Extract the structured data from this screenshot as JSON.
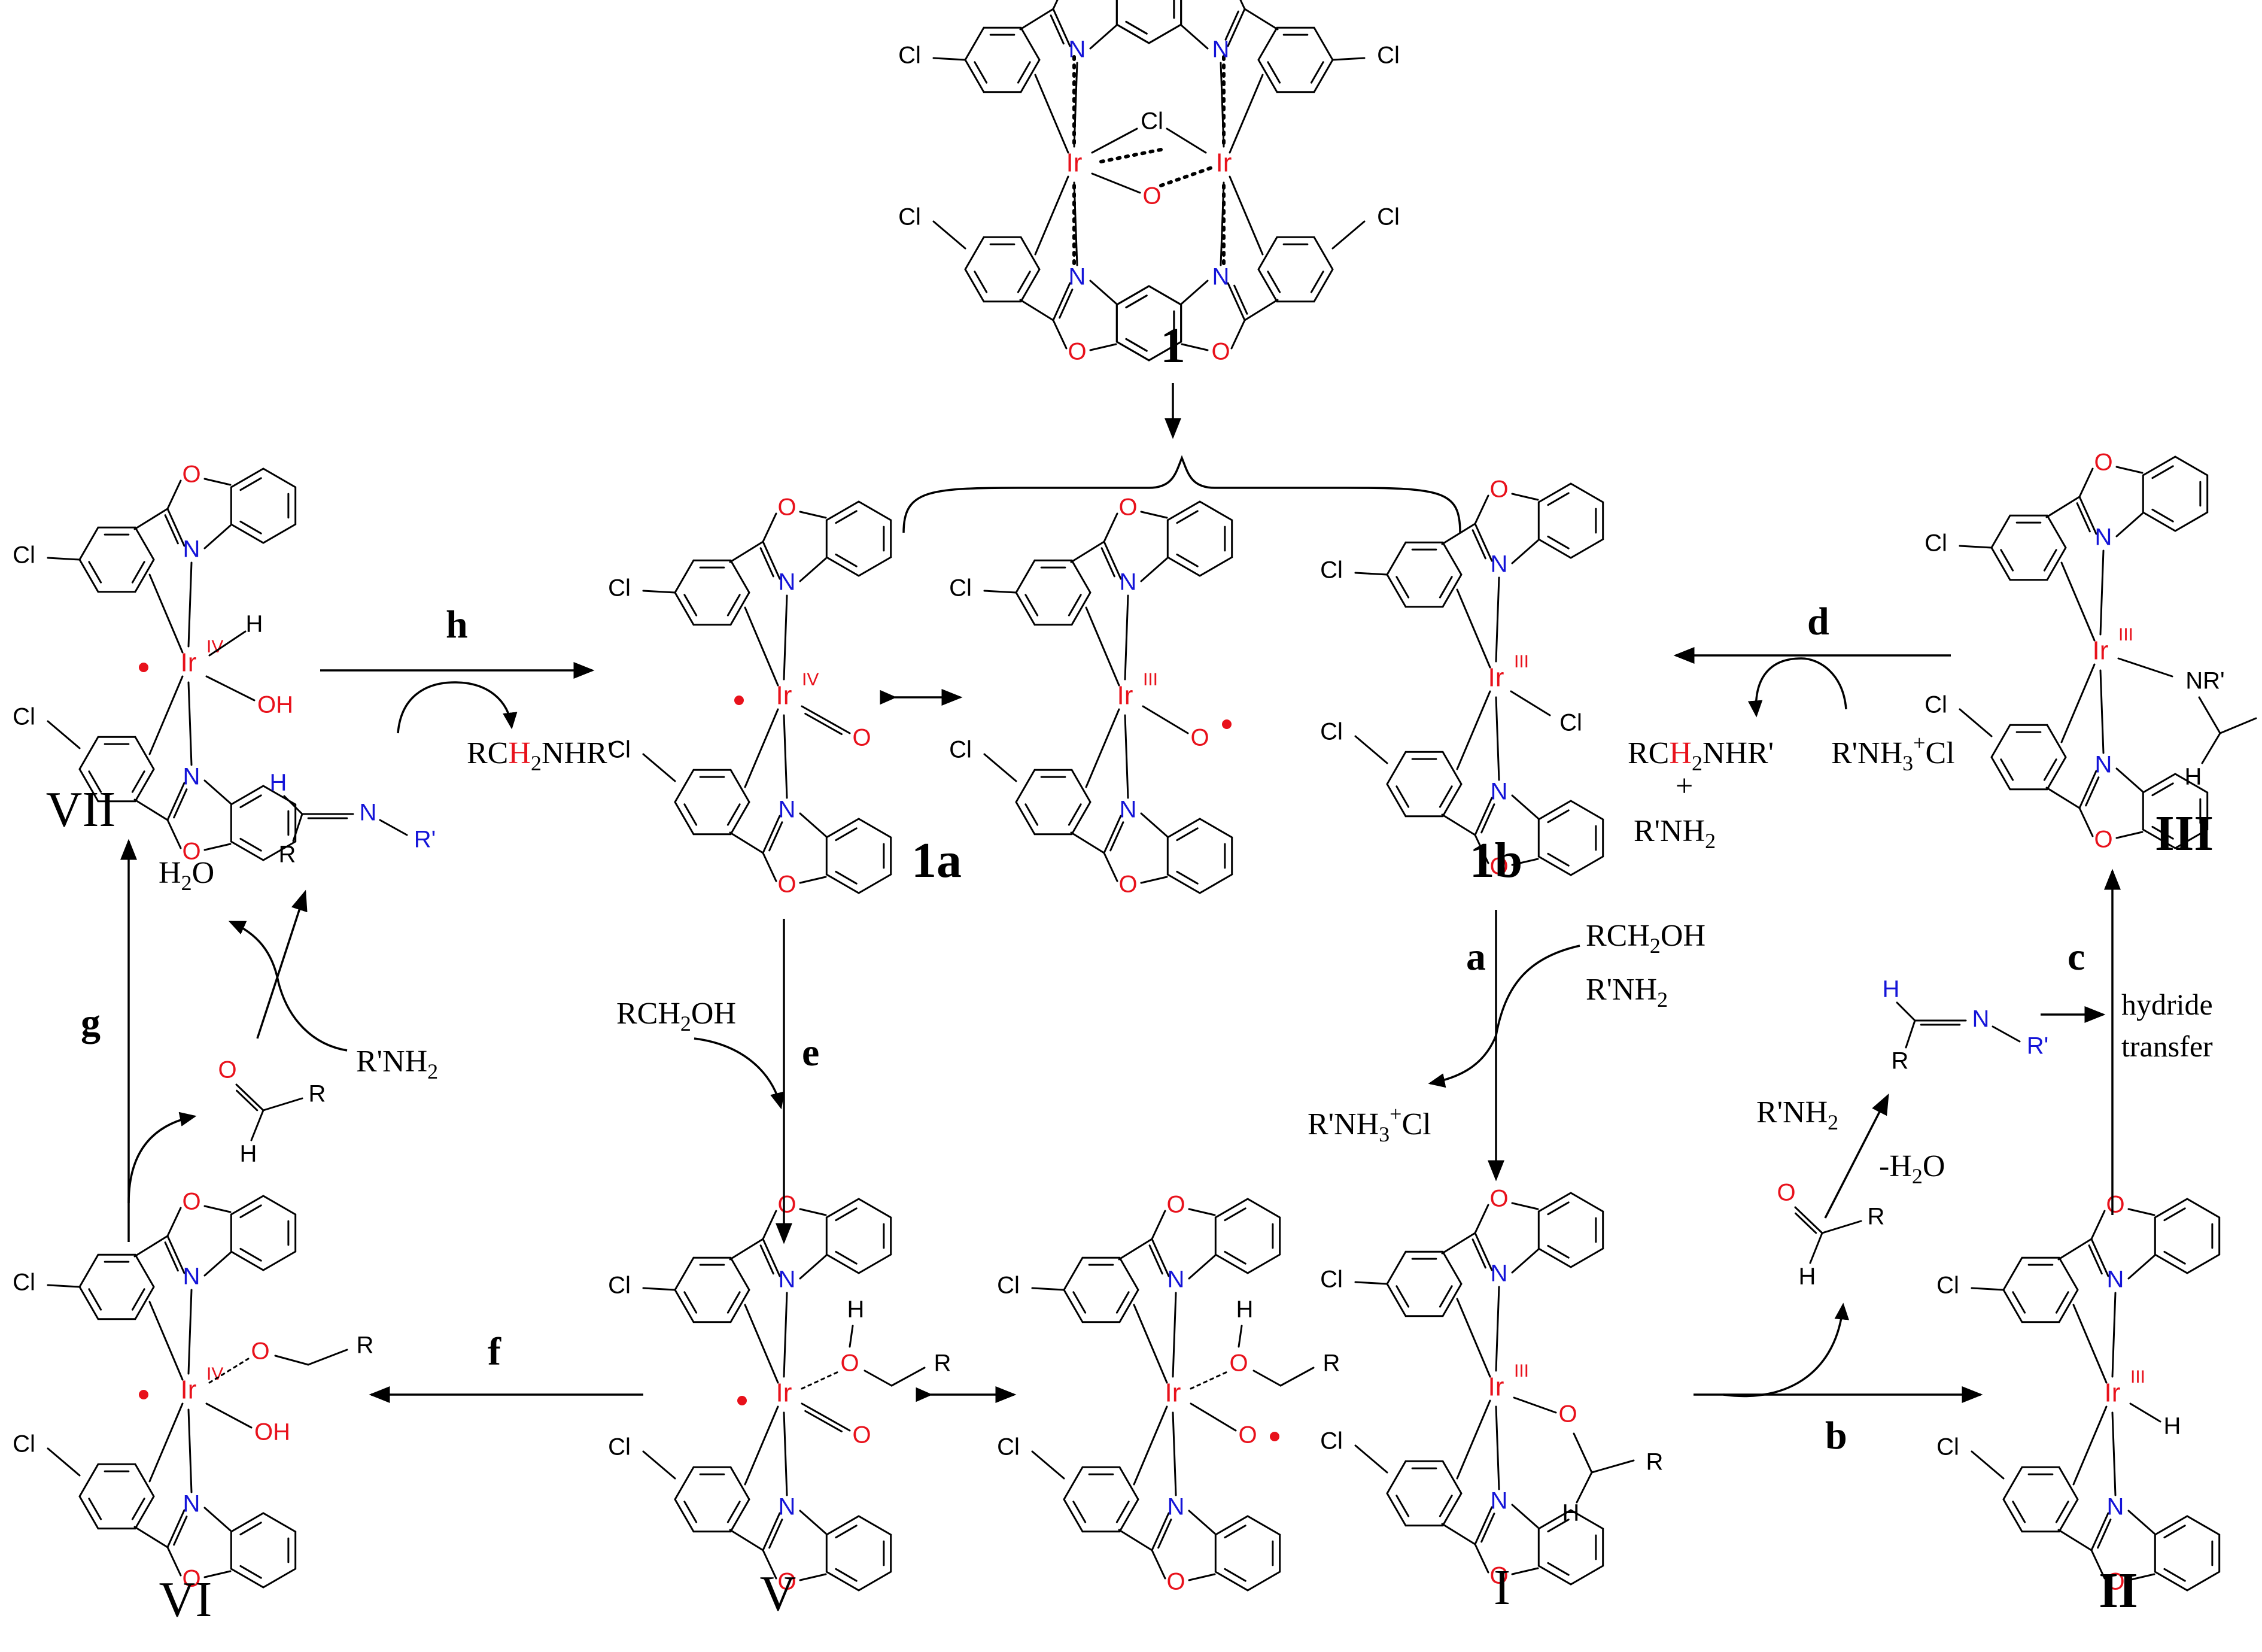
{
  "colors": {
    "line": "#000000",
    "red": "#e8111b",
    "blue": "#1414d8",
    "metal": "#e8111b",
    "background": "#ffffff"
  },
  "atoms": {
    "cl": "Cl",
    "n": "N",
    "o": "O",
    "ir": "Ir",
    "h": "H",
    "oh": "OH",
    "r": "R",
    "r_prime": "R'",
    "nr_prime": "NR'"
  },
  "oxidation_states": {
    "ir_iii": "III",
    "ir_iv": "IV"
  },
  "compounds": {
    "c1": "1",
    "c1a": "1a",
    "c1b": "1b",
    "cI": "I",
    "cII": "II",
    "cIII": "III",
    "cV": "V",
    "cVI": "VI",
    "cVII": "VII"
  },
  "steps": {
    "a": "a",
    "b": "b",
    "c": "c",
    "d": "d",
    "e": "e",
    "f": "f",
    "g": "g",
    "h": "h"
  },
  "reagents": {
    "a_alcohol": {
      "pre": "RCH",
      "sub": "2",
      "post": "OH"
    },
    "a_amine": {
      "pre": "R'NH",
      "sub": "2"
    },
    "a_salt": {
      "pre": "R'NH",
      "sub": "3",
      "sup": "+",
      "post": "Cl"
    },
    "c_note_line1": "hydride",
    "c_note_line2": "transfer",
    "c_amine": {
      "pre": "R'NH",
      "sub": "2"
    },
    "c_water_loss": {
      "pre": "-H",
      "sub": "2",
      "post": "O"
    },
    "d_salt": {
      "pre": "R'NH",
      "sub": "3",
      "sup": "+",
      "post": "Cl"
    },
    "d_product": {
      "pre": "RC",
      "highlight": "H",
      "sub": "2",
      "post": "NHR'"
    },
    "d_plus": "+",
    "d_amine": {
      "pre": "R'NH",
      "sub": "2"
    },
    "e_alcohol": {
      "pre": "RCH",
      "sub": "2",
      "post": "OH"
    },
    "g_water": {
      "pre": "H",
      "sub": "2",
      "post": "O"
    },
    "g_amine": {
      "pre": "R'NH",
      "sub": "2"
    },
    "h_product": {
      "pre": "RC",
      "highlight": "H",
      "sub": "2",
      "post": "NHR'"
    }
  }
}
